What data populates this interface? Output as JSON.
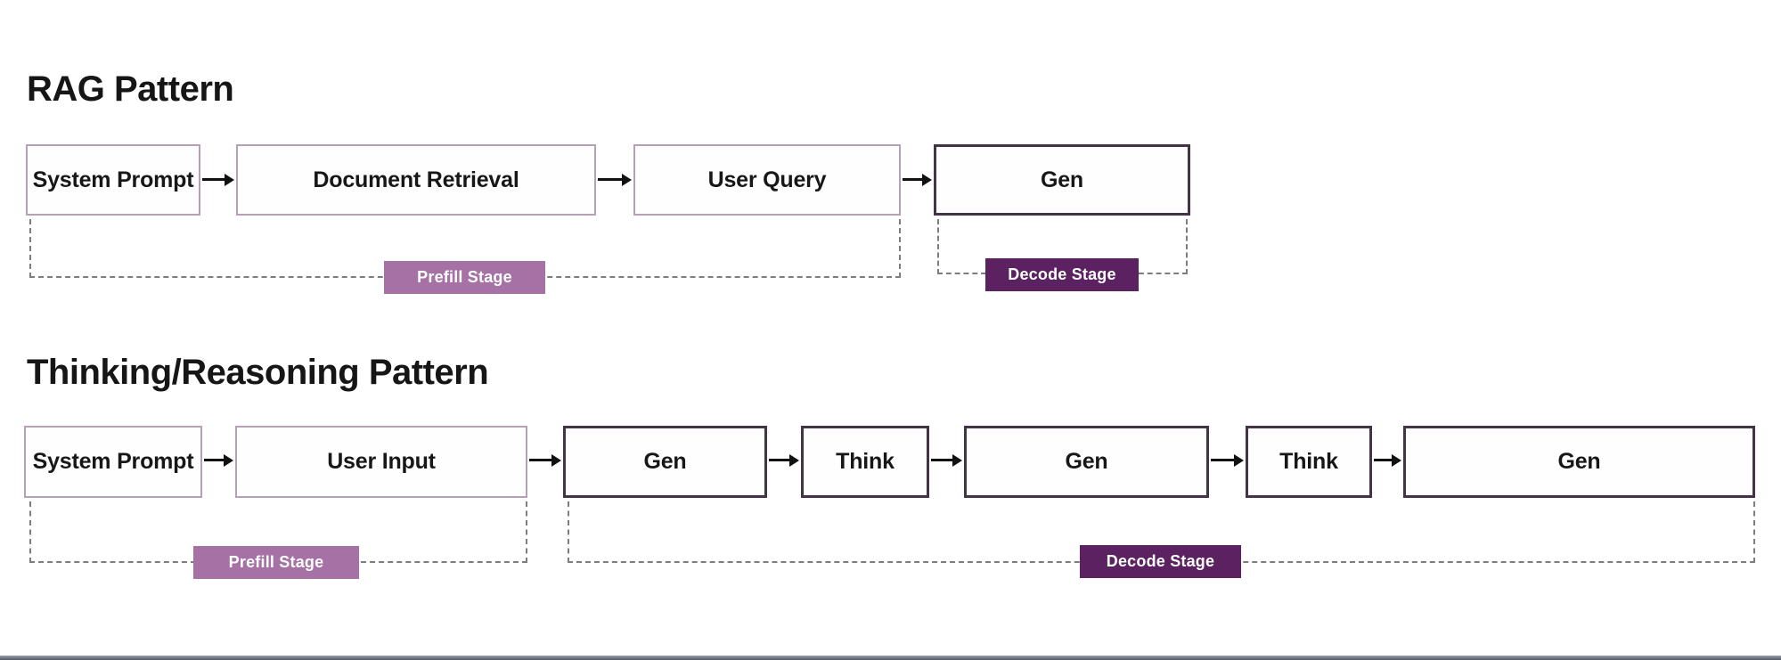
{
  "colors": {
    "light_border": "#b5a0b7",
    "dark_border": "#443347",
    "prefill_bg": "#a672a6",
    "decode_bg": "#5b2161",
    "dash": "#7d7d7d",
    "arrow": "#111111",
    "title_text": "#161616",
    "node_text": "#171717",
    "stage_text": "#ffffff"
  },
  "sections": [
    {
      "title": "RAG Pattern",
      "boxes": [
        {
          "label": "System Prompt"
        },
        {
          "label": "Document Retrieval"
        },
        {
          "label": "User Query"
        },
        {
          "label": "Gen"
        }
      ],
      "stages": [
        {
          "label": "Prefill Stage"
        },
        {
          "label": "Decode Stage"
        }
      ]
    },
    {
      "title": "Thinking/Reasoning Pattern",
      "boxes": [
        {
          "label": "System Prompt"
        },
        {
          "label": "User Input"
        },
        {
          "label": "Gen"
        },
        {
          "label": "Think"
        },
        {
          "label": "Gen"
        },
        {
          "label": "Think"
        },
        {
          "label": "Gen"
        }
      ],
      "stages": [
        {
          "label": "Prefill Stage"
        },
        {
          "label": "Decode Stage"
        }
      ]
    }
  ]
}
